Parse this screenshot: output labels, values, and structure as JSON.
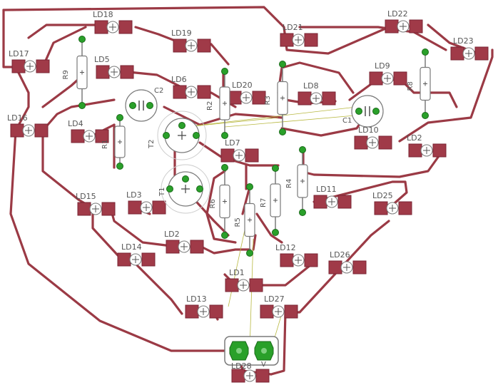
{
  "board": {
    "colors": {
      "background": "#ffffff",
      "trace": "#9b3a45",
      "pad": "#a03a48",
      "pad_edge": "#7a2433",
      "silk": "#7a7a7a",
      "via_green": "#2aa02a",
      "airwire": "#b8b840"
    }
  },
  "leds": [
    {
      "label": "LD18",
      "icon": "led-icon"
    },
    {
      "label": "LD19",
      "icon": "led-icon"
    },
    {
      "label": "LD21",
      "icon": "led-icon"
    },
    {
      "label": "LD22",
      "icon": "led-icon"
    },
    {
      "label": "LD23",
      "icon": "led-icon"
    },
    {
      "label": "LD17",
      "icon": "led-icon"
    },
    {
      "label": "LD5",
      "icon": "led-icon"
    },
    {
      "label": "LD6",
      "icon": "led-icon"
    },
    {
      "label": "LD20",
      "icon": "led-icon"
    },
    {
      "label": "LD8",
      "icon": "led-icon"
    },
    {
      "label": "LD9",
      "icon": "led-icon"
    },
    {
      "label": "LD16",
      "icon": "led-icon"
    },
    {
      "label": "LD4",
      "icon": "led-icon"
    },
    {
      "label": "LD7",
      "icon": "led-icon"
    },
    {
      "label": "LD10",
      "icon": "led-icon"
    },
    {
      "label": "LD2",
      "icon": "led-icon"
    },
    {
      "label": "LD15",
      "icon": "led-icon"
    },
    {
      "label": "LD3",
      "icon": "led-icon"
    },
    {
      "label": "LD11",
      "icon": "led-icon"
    },
    {
      "label": "LD25",
      "icon": "led-icon"
    },
    {
      "label": "LD2",
      "icon": "led-icon"
    },
    {
      "label": "LD14",
      "icon": "led-icon"
    },
    {
      "label": "LD12",
      "icon": "led-icon"
    },
    {
      "label": "LD26",
      "icon": "led-icon"
    },
    {
      "label": "LD1",
      "icon": "led-icon"
    },
    {
      "label": "LD13",
      "icon": "led-icon"
    },
    {
      "label": "LD27",
      "icon": "led-icon"
    },
    {
      "label": "LD28",
      "icon": "led-icon"
    }
  ],
  "resistors": [
    {
      "label": "R9"
    },
    {
      "label": "R2"
    },
    {
      "label": "R3"
    },
    {
      "label": "R8"
    },
    {
      "label": "R1"
    },
    {
      "label": "R6"
    },
    {
      "label": "R7"
    },
    {
      "label": "R4"
    },
    {
      "label": "R5"
    }
  ],
  "capacitors": [
    {
      "label": "C2"
    },
    {
      "label": "C1"
    }
  ],
  "transistors": [
    {
      "label": "T2"
    },
    {
      "label": "T1"
    }
  ],
  "connector": {
    "label": "V"
  }
}
